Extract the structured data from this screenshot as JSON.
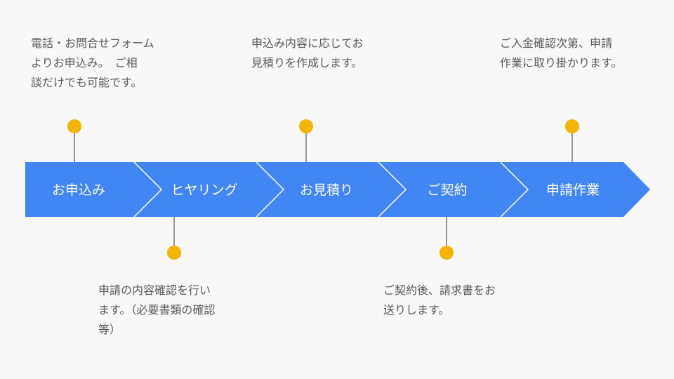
{
  "colors": {
    "arrow": "#4285f4",
    "separator": "#ffffff",
    "dot": "#f4b400",
    "connector": "#333333",
    "text": "#595959"
  },
  "steps": [
    {
      "label": "お申込み",
      "description": "電話・お問合せフォーム\nよりお申込み。　ご相\n談だけでも可能です。",
      "callout": "above"
    },
    {
      "label": "ヒヤリング",
      "description": "申請の内容確認を行い\nます。（必要書類の確認\n等）",
      "callout": "below"
    },
    {
      "label": "お見積り",
      "description": "申込み内容に応じてお\n見積りを作成します。",
      "callout": "above"
    },
    {
      "label": "ご契約",
      "description": "ご契約後、請求書をお\n送りします。",
      "callout": "below"
    },
    {
      "label": "申請作業",
      "description": "ご入金確認次第、申請\n作業に取り掛かります。",
      "callout": "above"
    }
  ]
}
